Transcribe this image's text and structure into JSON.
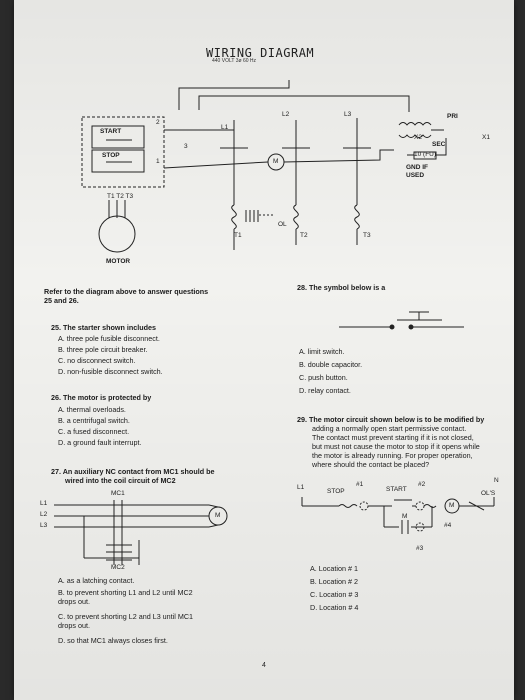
{
  "diagram": {
    "title": "WIRING DIAGRAM",
    "subtitle": "440 VOLT 3ø 60 Hz",
    "labels": {
      "start": "START",
      "stop": "STOP",
      "pri": "PRI",
      "sec": "SEC",
      "fuse": "10 (FU)",
      "gnd": "GND IF USED",
      "motor": "MOTOR",
      "ol": "OL",
      "x1": "X1",
      "x2": "X2",
      "l1": "L1",
      "l2": "L2",
      "l3": "L3",
      "t1": "T1",
      "t2": "T2",
      "t3": "T3",
      "t123": "T1 T2 T3",
      "coil": "M",
      "n1": "1",
      "n2": "2",
      "n3": "3"
    }
  },
  "intro": {
    "line1": "Refer to the diagram above to answer questions",
    "line2": "25 and 26."
  },
  "q25": {
    "stem": "25.  The starter shown includes",
    "options": [
      "A.   three pole fusible disconnect.",
      "B.   three pole circuit breaker.",
      "C.   no disconnect switch.",
      "D.   non-fusible disconnect switch."
    ]
  },
  "q26": {
    "stem": "26.  The motor is protected by",
    "options": [
      "A.   thermal overloads.",
      "B.   a centrifugal switch.",
      "C.   a fused disconnect.",
      "D.   a ground fault interrupt."
    ]
  },
  "q27": {
    "stem1": "27.  An auxiliary NC contact from MC1 should be",
    "stem2": "wired into the coil circuit of MC2",
    "diagram_labels": {
      "mc1": "MC1",
      "mc2": "MC2",
      "l1": "L1",
      "l2": "L2",
      "l3": "L3",
      "m": "M"
    },
    "options": [
      {
        "lines": [
          "A.   as a latching contact."
        ]
      },
      {
        "lines": [
          "B.   to prevent shorting L1 and L2 until MC2",
          "       drops out."
        ]
      },
      {
        "lines": [
          "C.   to prevent shorting L2 and L3 until MC1",
          "       drops out."
        ]
      },
      {
        "lines": [
          "D.   so that MC1 always closes first."
        ]
      }
    ]
  },
  "q28": {
    "stem": "28.  The symbol below is a",
    "options": [
      "A.   limit switch.",
      "B.   double capacitor.",
      "C.   push button.",
      "D.   relay contact."
    ]
  },
  "q29": {
    "lines": [
      "29.  The motor circuit shown below is to be modified by",
      "adding a normally open start permissive contact.",
      "The contact must prevent starting if it is not closed,",
      "but must not cause the motor to stop if it opens while",
      "the motor is already running. For proper operation,",
      "where should the contact be placed?"
    ],
    "diagram_labels": {
      "l1": "L1",
      "n": "N",
      "stop": "STOP",
      "start": "START",
      "loc1": "#1",
      "loc2": "#2",
      "loc3": "#3",
      "loc4": "#4",
      "ols": "OL'S",
      "m": "M",
      "coil": "M"
    },
    "options": [
      "A.   Location # 1",
      "B.   Location # 2",
      "C.   Location # 3",
      "D.   Location # 4"
    ]
  },
  "page_number": "4"
}
